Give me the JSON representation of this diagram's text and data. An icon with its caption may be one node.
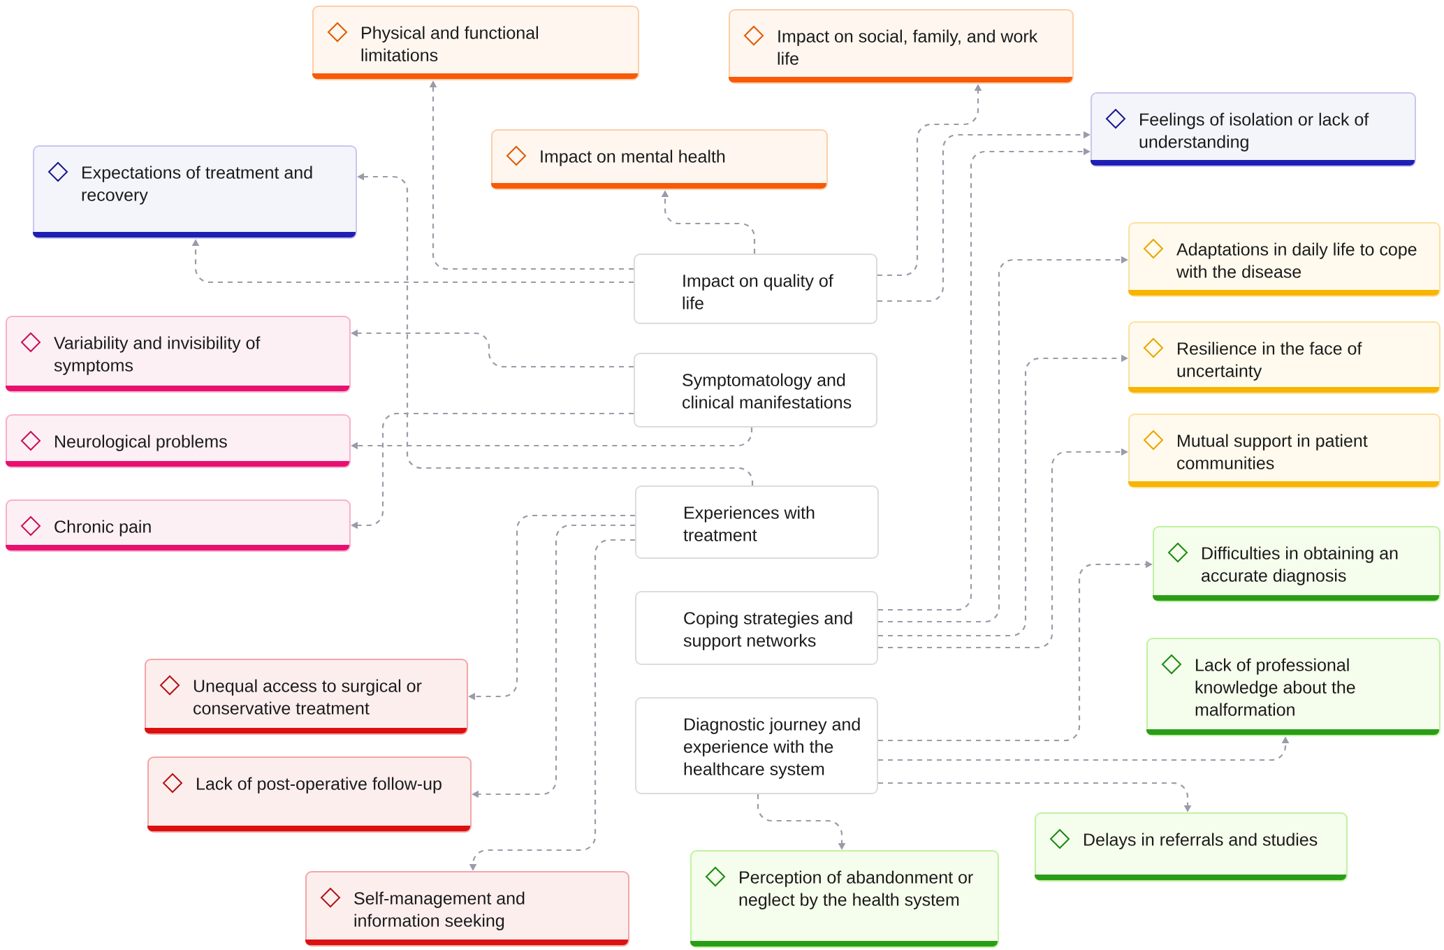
{
  "diagram": {
    "nodes": [
      {
        "text": [
          "Physical and functional limitations"
        ]
      },
      {
        "text": [
          "Impact on social, family, and work life"
        ]
      },
      {
        "text": [
          "Feelings of isolation or lack of understanding"
        ]
      },
      {
        "text": [
          "Impact on mental health"
        ]
      },
      {
        "text": [
          "Expectations of treatment and recovery"
        ]
      },
      {
        "text": [
          "Adaptations in daily life to cope with the disease"
        ]
      },
      {
        "text": [
          "Impact on quality of life"
        ]
      },
      {
        "text": [
          "Variability and invisibility of symptoms"
        ]
      },
      {
        "text": [
          "Resilience in the face of uncertainty"
        ]
      },
      {
        "text": [
          "Symptomatology and clinical manifestations"
        ]
      },
      {
        "text": [
          "Neurological problems"
        ]
      },
      {
        "text": [
          "Mutual support in patient communities"
        ]
      },
      {
        "text": [
          "Chronic pain"
        ]
      },
      {
        "text": [
          "Experiences with treatment"
        ]
      },
      {
        "text": [
          "Difficulties in obtaining an accurate diagnosis"
        ]
      },
      {
        "text": [
          "Coping strategies and support networks"
        ]
      },
      {
        "text": [
          "Lack of professional knowledge about the malformation"
        ]
      },
      {
        "text": [
          "Unequal access to surgical or conservative treatment"
        ]
      },
      {
        "text": [
          "Diagnostic journey and experience with the healthcare system"
        ]
      },
      {
        "text": [
          "Lack of post-operative follow-up"
        ]
      },
      {
        "text": [
          "Delays in referrals and studies"
        ]
      },
      {
        "text": [
          "Perception of abandonment or neglect by the health system"
        ]
      },
      {
        "text": [
          "Self-management and information seeking"
        ]
      }
    ],
    "edges": [
      {
        "from": 6,
        "to": 0,
        "arrow": "to"
      },
      {
        "from": 6,
        "to": 4,
        "arrow": "to"
      },
      {
        "from": 6,
        "to": 3,
        "arrow": "to"
      },
      {
        "from": 6,
        "to": 1,
        "arrow": "to"
      },
      {
        "from": 6,
        "to": 2,
        "arrow": "to"
      },
      {
        "from": 9,
        "to": 7,
        "arrow": "to"
      },
      {
        "from": 9,
        "to": 12,
        "arrow": "to"
      },
      {
        "from": 9,
        "to": 10,
        "arrow": "to"
      },
      {
        "from": 13,
        "to": 4,
        "arrow": "to"
      },
      {
        "from": 13,
        "to": 17,
        "arrow": "to"
      },
      {
        "from": 13,
        "to": 19,
        "arrow": "to"
      },
      {
        "from": 13,
        "to": 22,
        "arrow": "to"
      },
      {
        "from": 15,
        "to": 2,
        "arrow": "to"
      },
      {
        "from": 15,
        "to": 5,
        "arrow": "to"
      },
      {
        "from": 15,
        "to": 8,
        "arrow": "to"
      },
      {
        "from": 15,
        "to": 11,
        "arrow": "to"
      },
      {
        "from": 18,
        "to": 14,
        "arrow": "to"
      },
      {
        "from": 18,
        "to": 16,
        "arrow": "to"
      },
      {
        "from": 18,
        "to": 20,
        "arrow": "to"
      },
      {
        "from": 18,
        "to": 21,
        "arrow": "to"
      }
    ]
  }
}
